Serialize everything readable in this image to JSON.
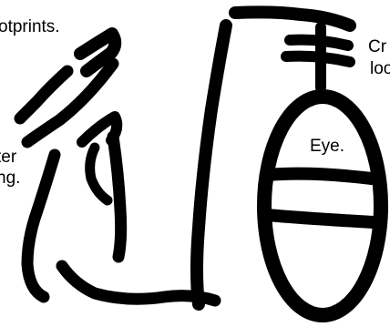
{
  "labels": {
    "footprints": "otprints.",
    "after_line1": "ter",
    "after_line2": "ng.",
    "eye": "Eye.",
    "right_line1": "Cr",
    "right_line2": "loo"
  },
  "colors": {
    "ink": "#000000",
    "background": "#ffffff"
  },
  "icons": {
    "glyph": "ancient-seal-script-character"
  }
}
